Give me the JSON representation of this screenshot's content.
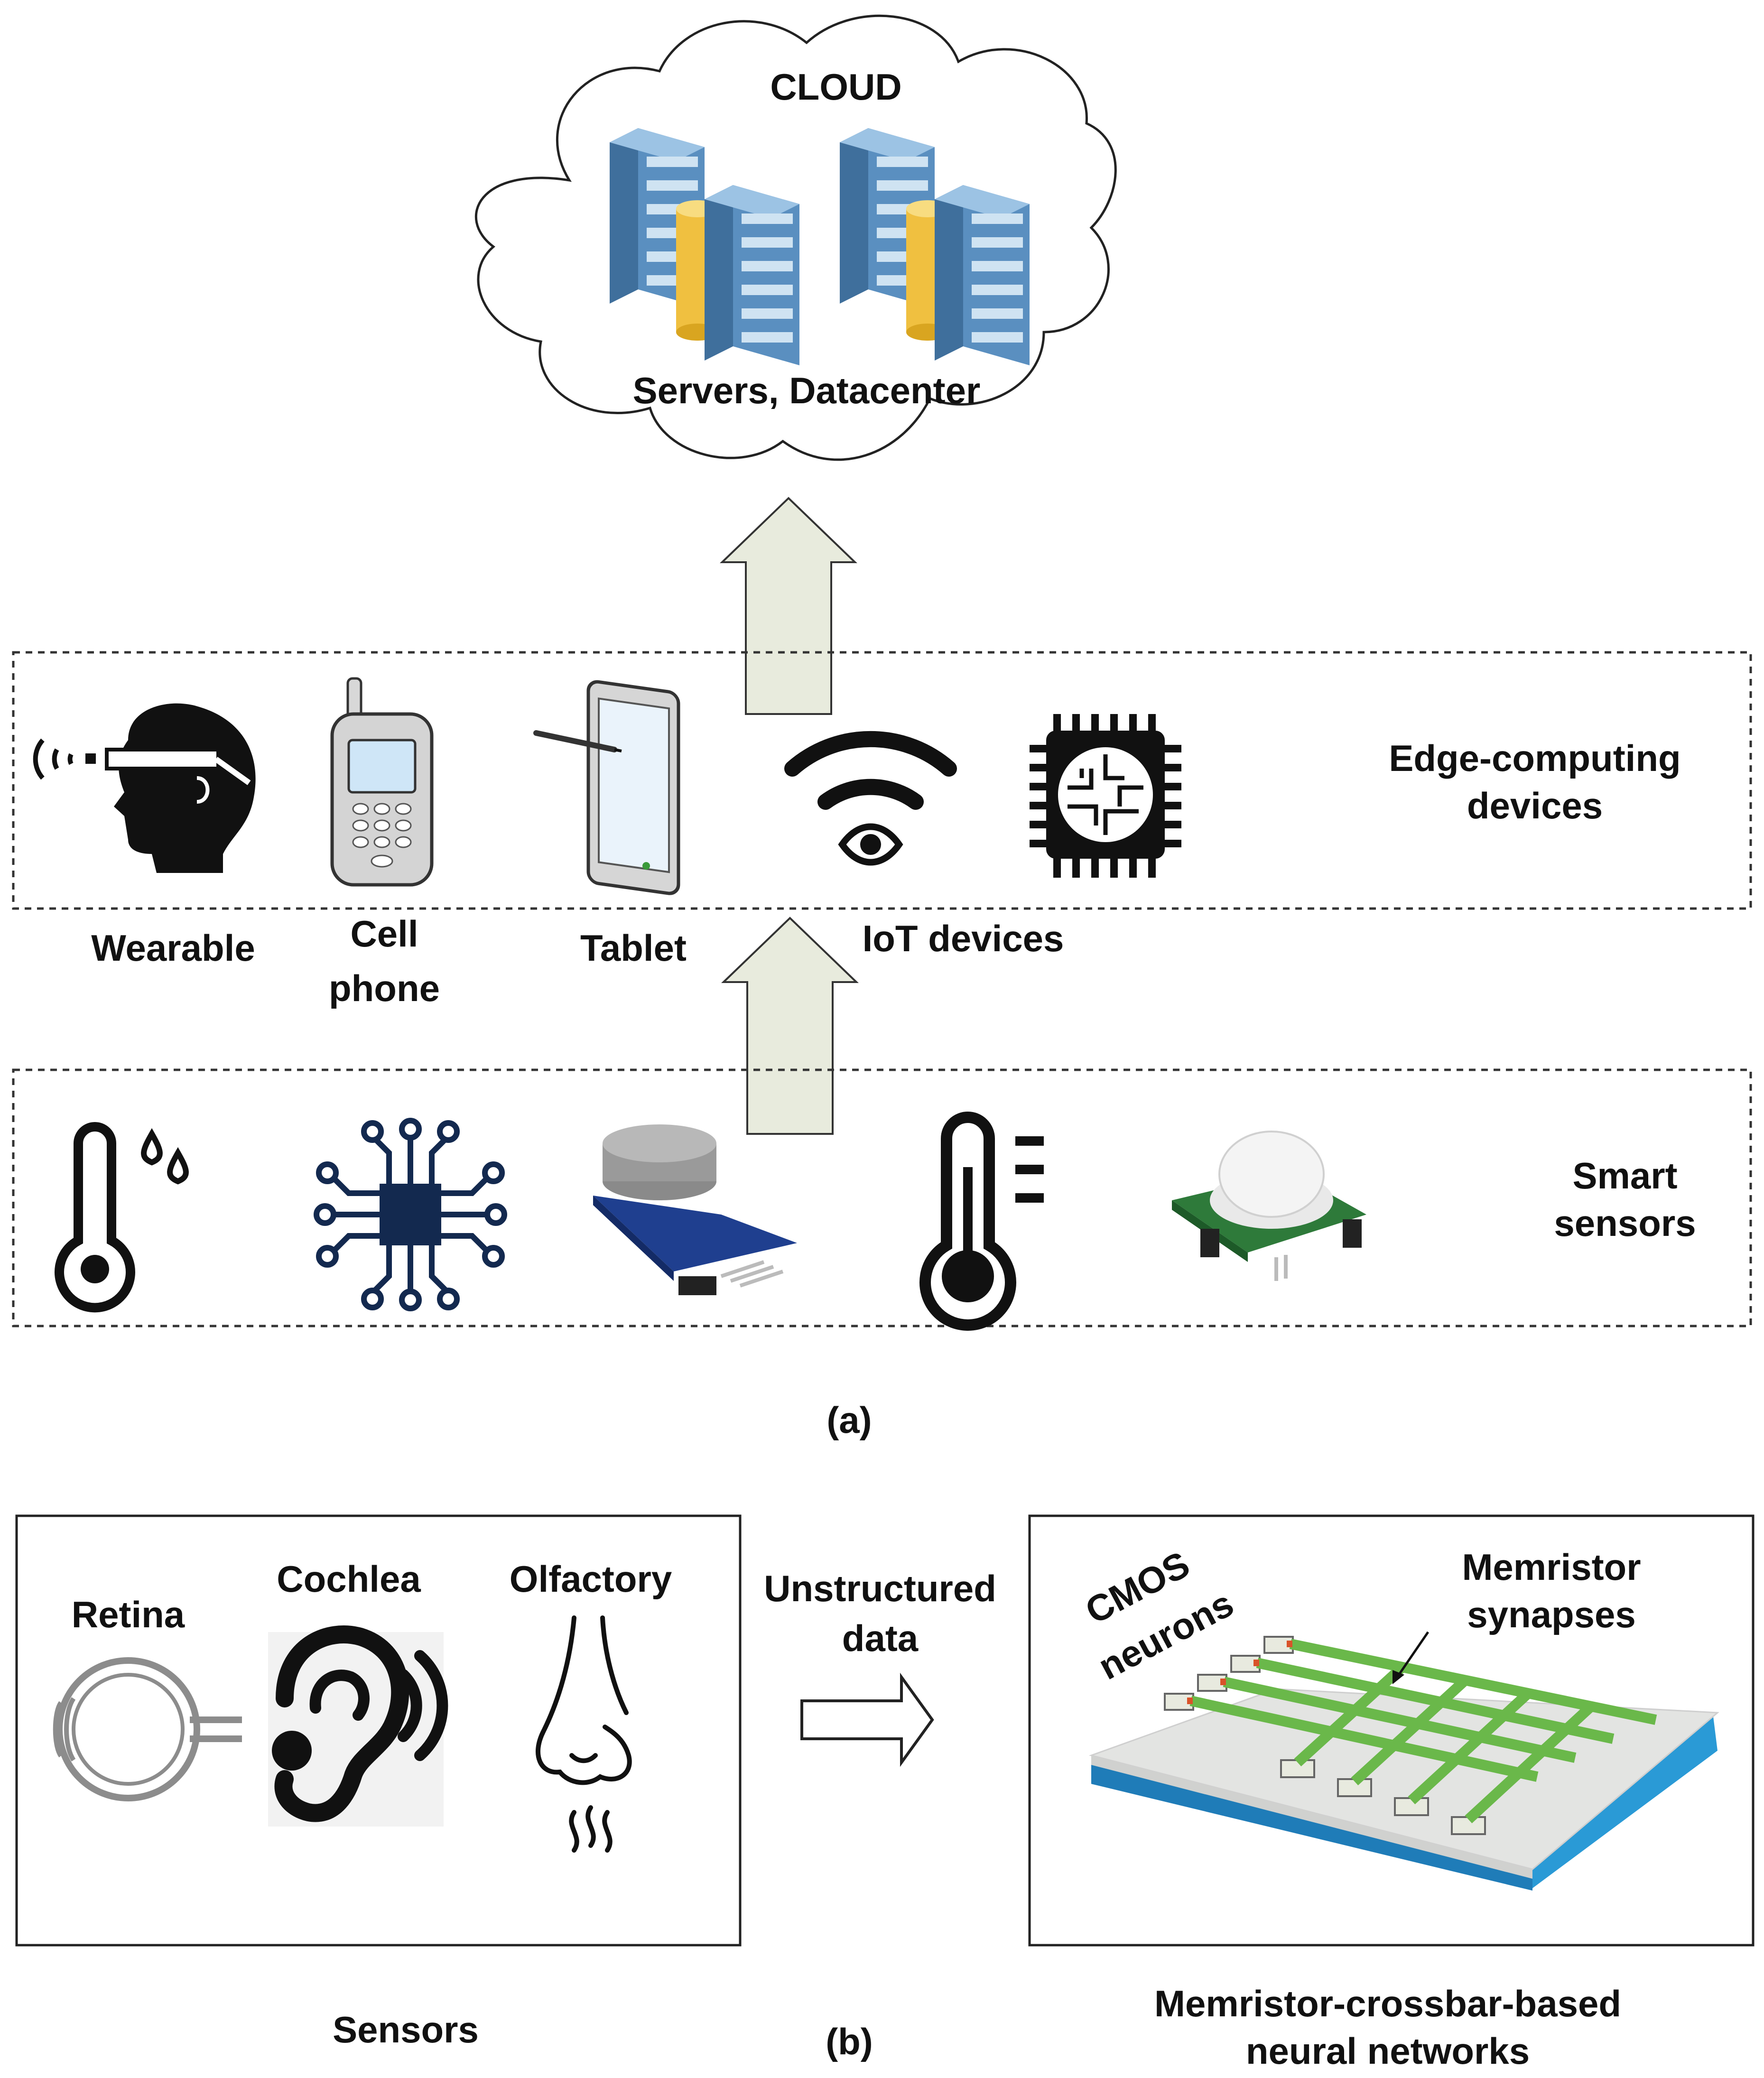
{
  "cloud": {
    "title": "CLOUD",
    "caption": "Servers, Datacenter"
  },
  "edge": {
    "label_line1": "Edge-computing",
    "label_line2": "devices",
    "devices": [
      {
        "label": "Wearable",
        "icon": "smart-glasses-head-icon"
      },
      {
        "label_line1": "Cell",
        "label_line2": "phone",
        "icon": "cell-phone-icon"
      },
      {
        "label": "Tablet",
        "icon": "tablet-stylus-icon"
      },
      {
        "label": "IoT devices",
        "icon": "wifi-eye-icon"
      },
      {
        "icon": "brain-chip-icon"
      }
    ]
  },
  "sensors_row": {
    "label_line1": "Smart",
    "label_line2": "sensors",
    "icons": [
      "thermometer-humidity-icon",
      "circuit-chip-icon",
      "gas-sensor-module-icon",
      "thermometer-icon",
      "pir-motion-sensor-icon"
    ]
  },
  "panel_a": {
    "caption": "(a)"
  },
  "panel_b": {
    "caption": "(b)",
    "sensors": {
      "items": [
        {
          "label": "Retina",
          "icon": "eye-icon"
        },
        {
          "label": "Cochlea",
          "icon": "ear-icon"
        },
        {
          "label": "Olfactory",
          "icon": "nose-icon"
        }
      ],
      "caption": "Sensors"
    },
    "arrow_label_line1": "Unstructured",
    "arrow_label_line2": "data",
    "crossbar": {
      "neurons_line1": "CMOS",
      "neurons_line2": "neurons",
      "synapse_line1": "Memristor",
      "synapse_line2": "synapses",
      "caption_line1": "Memristor-crossbar-based",
      "caption_line2": "neural networks"
    }
  },
  "colors": {
    "arrow_fill": "#e8ebdd",
    "server_blue": "#5a8fc0",
    "server_light": "#b9d6ec",
    "database_gold": "#f0c040",
    "wire_green": "#6ab84a",
    "substrate_blue": "#2a9ad6",
    "substrate_gray": "#e3e4e2"
  }
}
